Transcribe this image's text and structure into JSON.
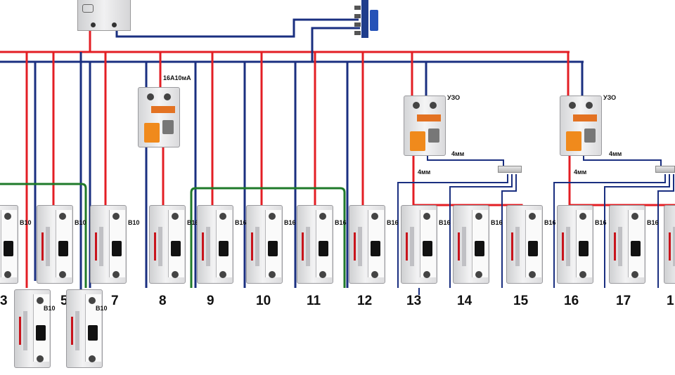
{
  "colors": {
    "phase": "#e31e24",
    "neutral": "#1a2f80",
    "ground": "#1f7a2a",
    "rcd_handle": "#f08a1c"
  },
  "rcd_top_rating": "16А10мА",
  "rcd_label": "УЗО",
  "wire_gauge": "4мм",
  "groups": [
    {
      "number": "3",
      "rating": "B10"
    },
    {
      "number": "5",
      "rating": "B10"
    },
    {
      "number": "7",
      "rating": "B10"
    },
    {
      "number": "8",
      "rating": "B16"
    },
    {
      "number": "9",
      "rating": "B16"
    },
    {
      "number": "10",
      "rating": "B16"
    },
    {
      "number": "11",
      "rating": "B16"
    },
    {
      "number": "12",
      "rating": "B16"
    },
    {
      "number": "13",
      "rating": "B16"
    },
    {
      "number": "14",
      "rating": "B16"
    },
    {
      "number": "15",
      "rating": "B16"
    },
    {
      "number": "16",
      "rating": "B16"
    },
    {
      "number": "17",
      "rating": "B16"
    },
    {
      "number": "1",
      "rating": ""
    }
  ],
  "lower_breakers": [
    {
      "number": "",
      "rating": "B10"
    },
    {
      "number": "",
      "rating": "B10"
    }
  ],
  "icons": [
    "breaker-icon",
    "rcd-icon",
    "energy-meter-icon",
    "neutral-busbar-icon"
  ]
}
